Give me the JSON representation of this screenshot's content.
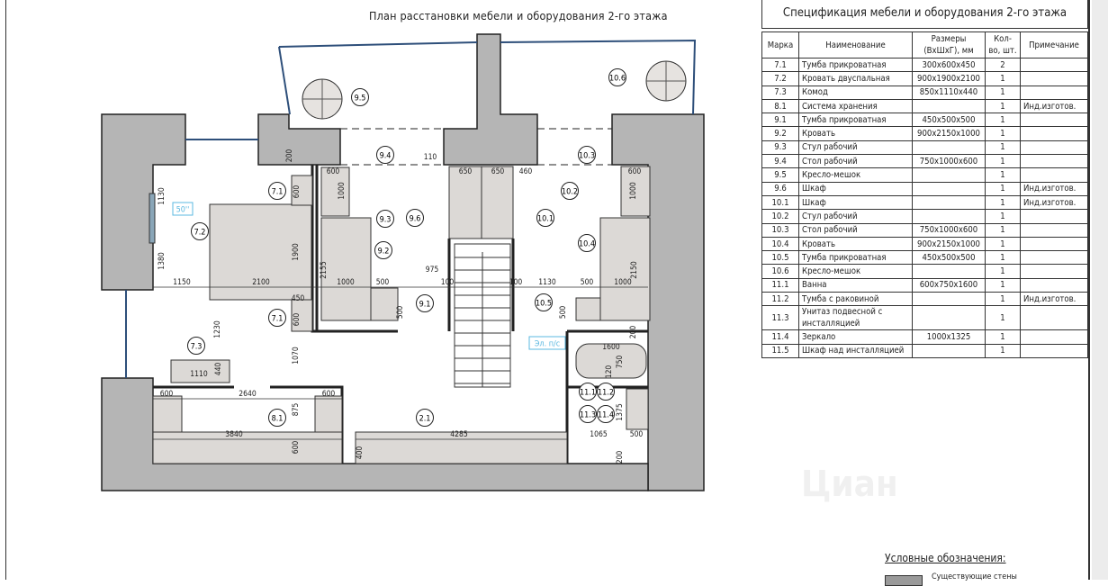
{
  "plan": {
    "title": "План расстановки мебели и оборудования 2-го этажа",
    "marks": [
      "7.1",
      "7.1",
      "7.2",
      "7.3",
      "8.1",
      "9.1",
      "9.2",
      "9.3",
      "9.4",
      "9.5",
      "9.6",
      "10.1",
      "10.2",
      "10.3",
      "10.4",
      "10.5",
      "10.6",
      "11.1",
      "11.2",
      "11.3",
      "11.4",
      "2.1"
    ],
    "dimensions": [
      "200",
      "1130",
      "1380",
      "1150",
      "2100",
      "1900",
      "600",
      "450",
      "600",
      "2155",
      "1000",
      "500",
      "975",
      "100",
      "100",
      "1130",
      "500",
      "1000",
      "2150",
      "600",
      "1000",
      "110",
      "650",
      "650",
      "460",
      "600",
      "1000",
      "500",
      "500",
      "1230",
      "1110",
      "440",
      "1070",
      "600",
      "2640",
      "600",
      "875",
      "3840",
      "600",
      "400",
      "4285",
      "1600",
      "750",
      "120",
      "200",
      "1375",
      "1065",
      "500",
      "200"
    ],
    "tv_label": "50''",
    "panel_label": "Эл. п/с"
  },
  "spec": {
    "title": "Спецификация мебели и оборудования 2-го этажа",
    "headers": {
      "mark": "Марка",
      "name": "Наименование",
      "size": "Размеры (ВхШхГ), мм",
      "qty": "Кол-во, шт.",
      "note": "Примечание"
    },
    "rows": [
      {
        "mark": "7.1",
        "name": "Тумба прикроватная",
        "size": "300x600x450",
        "qty": "2",
        "note": ""
      },
      {
        "mark": "7.2",
        "name": "Кровать двуспальная",
        "size": "900x1900x2100",
        "qty": "1",
        "note": ""
      },
      {
        "mark": "7.3",
        "name": "Комод",
        "size": "850x1110x440",
        "qty": "1",
        "note": ""
      },
      {
        "mark": "8.1",
        "name": "Система хранения",
        "size": "",
        "qty": "1",
        "note": "Инд.изготов."
      },
      {
        "mark": "9.1",
        "name": "Тумба прикроватная",
        "size": "450x500x500",
        "qty": "1",
        "note": ""
      },
      {
        "mark": "9.2",
        "name": "Кровать",
        "size": "900x2150x1000",
        "qty": "1",
        "note": ""
      },
      {
        "mark": "9.3",
        "name": "Стул рабочий",
        "size": "",
        "qty": "1",
        "note": ""
      },
      {
        "mark": "9.4",
        "name": "Стол рабочий",
        "size": "750x1000x600",
        "qty": "1",
        "note": ""
      },
      {
        "mark": "9.5",
        "name": "Кресло-мешок",
        "size": "",
        "qty": "1",
        "note": ""
      },
      {
        "mark": "9.6",
        "name": "Шкаф",
        "size": "",
        "qty": "1",
        "note": "Инд.изготов."
      },
      {
        "mark": "10.1",
        "name": "Шкаф",
        "size": "",
        "qty": "1",
        "note": "Инд.изготов."
      },
      {
        "mark": "10.2",
        "name": "Стул рабочий",
        "size": "",
        "qty": "1",
        "note": ""
      },
      {
        "mark": "10.3",
        "name": "Стол рабочий",
        "size": "750x1000x600",
        "qty": "1",
        "note": ""
      },
      {
        "mark": "10.4",
        "name": "Кровать",
        "size": "900x2150x1000",
        "qty": "1",
        "note": ""
      },
      {
        "mark": "10.5",
        "name": "Тумба прикроватная",
        "size": "450x500x500",
        "qty": "1",
        "note": ""
      },
      {
        "mark": "10.6",
        "name": "Кресло-мешок",
        "size": "",
        "qty": "1",
        "note": ""
      },
      {
        "mark": "11.1",
        "name": "Ванна",
        "size": "600x750x1600",
        "qty": "1",
        "note": ""
      },
      {
        "mark": "11.2",
        "name": "Тумба с раковиной",
        "size": "",
        "qty": "1",
        "note": "Инд.изготов."
      },
      {
        "mark": "11.3",
        "name": "Унитаз подвесной с инсталляцией",
        "size": "",
        "qty": "1",
        "note": ""
      },
      {
        "mark": "11.4",
        "name": "Зеркало",
        "size": "1000x1325",
        "qty": "1",
        "note": ""
      },
      {
        "mark": "11.5",
        "name": "Шкаф над инсталляцией",
        "size": "",
        "qty": "1",
        "note": ""
      }
    ]
  },
  "legend": {
    "title": "Условные обозначения:",
    "items": [
      "Существующие стены"
    ]
  },
  "watermark": "Циан"
}
